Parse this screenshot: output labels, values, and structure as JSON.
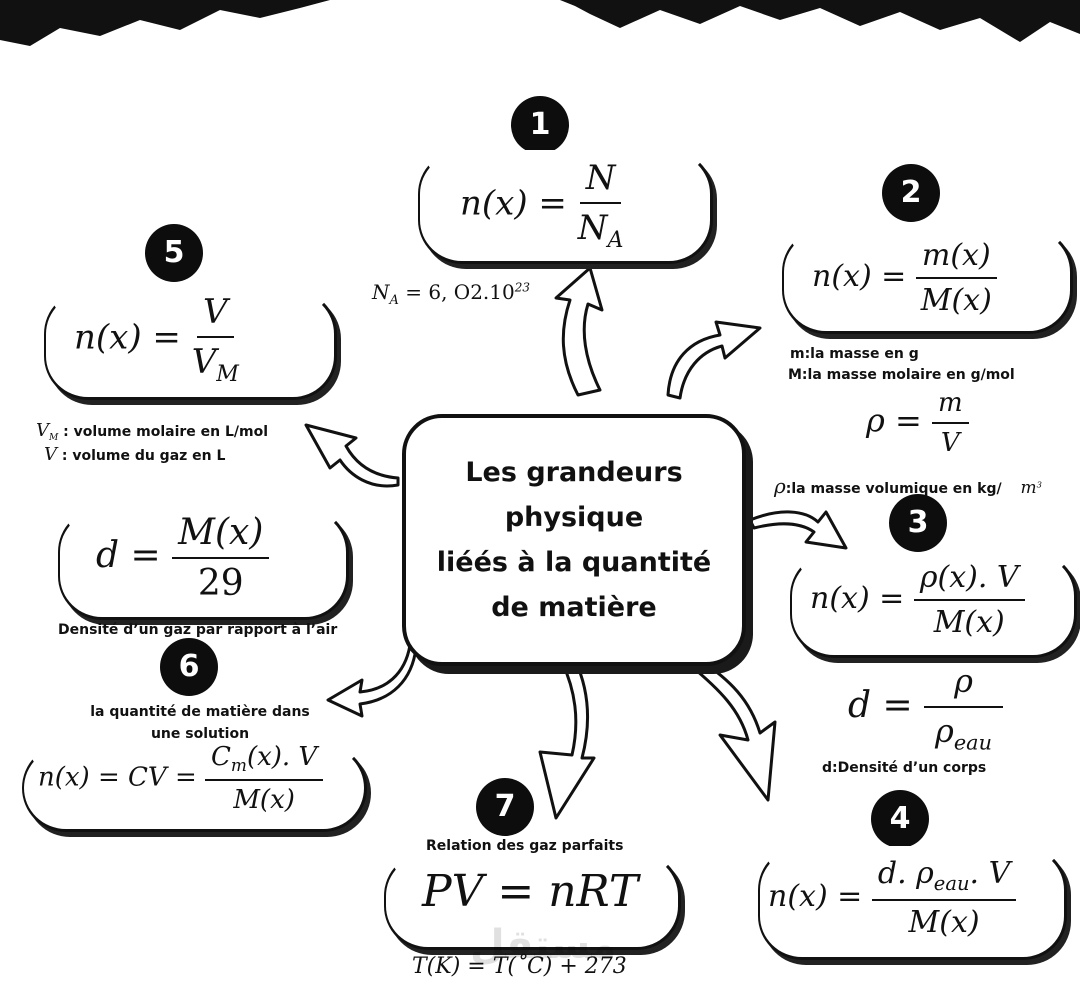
{
  "center_title": [
    "Les grandeurs",
    "physique",
    "liéés à la quantité",
    "de matière"
  ],
  "numbers": [
    "1",
    "2",
    "3",
    "4",
    "5",
    "6",
    "7"
  ],
  "f1": {
    "lhs": "n(x) =",
    "num": "N",
    "den_base": "N",
    "den_sub": "A"
  },
  "na_note": {
    "base": "N",
    "sub": "A",
    "mid": " = 6, O2.10",
    "sup": "23"
  },
  "f2": {
    "lhs": "n(x) =",
    "num": "m(x)",
    "den": "M(x)"
  },
  "f2_notes": [
    "m:la masse en g",
    "M:la masse molaire en g/mol"
  ],
  "rho": {
    "lhs": "ρ =",
    "num": "m",
    "den": "V"
  },
  "rho_note": {
    "sym": "ρ",
    "text": ":la masse volumique en kg/",
    "unit": "m",
    "sup": "3"
  },
  "f3": {
    "lhs": "n(x) =",
    "num": "ρ(x). V",
    "den": "M(x)"
  },
  "dcorps": {
    "lhs": "d =",
    "num": "ρ",
    "den_base": "ρ",
    "den_sub": "eau"
  },
  "dcorps_note": "d:Densité d’un corps",
  "f4": {
    "lhs": "n(x) =",
    "num_pre": "d. ρ",
    "num_sub": "eau",
    "num_post": ". V",
    "den": "M(x)"
  },
  "f5": {
    "lhs": "n(x) =",
    "num": "V",
    "den_base": "V",
    "den_sub": "M"
  },
  "f5_notes": {
    "vm_sym": "V",
    "vm_sub": "M",
    "vm_text": " :  volume molaire en L/mol",
    "v_sym": "V",
    "v_text": " :     volume du gaz en  L"
  },
  "dgaz": {
    "lhs": "d =",
    "num": "M(x)",
    "den": "29"
  },
  "dgaz_note": "Densité d’un gaz par rapport à l’air",
  "f6_label": [
    "la quantité de matière dans",
    "une solution"
  ],
  "f6": {
    "lhs": "n(x) = CV =",
    "num_base": "C",
    "num_sub": "m",
    "num_rest": "(x). V",
    "den": "M(x)"
  },
  "f7_label": "Relation des gaz parfaits",
  "f7": "PV = nRT",
  "f7_note": "T(K) = T(˚C) + 273",
  "watermark": "مستقل",
  "colors": {
    "ink": "#111111",
    "badge": "#0d0d0d",
    "paper": "#ffffff"
  }
}
